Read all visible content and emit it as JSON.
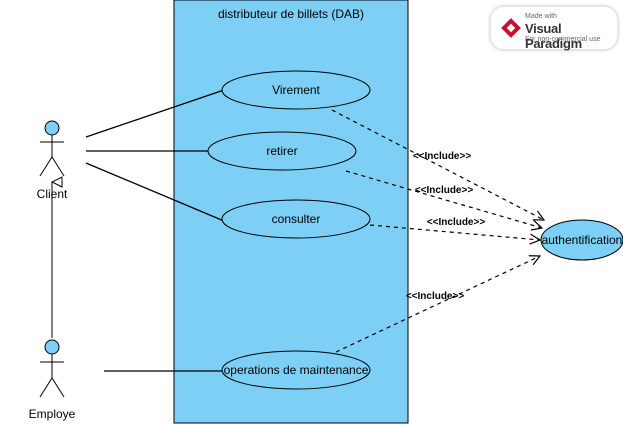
{
  "system": {
    "title": "distributeur de billets (DAB)"
  },
  "actors": {
    "client": "Client",
    "employe": "Employe"
  },
  "use_cases": {
    "virement": "Virement",
    "retirer": "retirer",
    "consulter": "consulter",
    "maintenance": "operations de maintenance",
    "authentification": "authentification"
  },
  "relations": {
    "include_1": "<<Include>>",
    "include_2": "<<Include>>",
    "include_3": "<<Include>>",
    "include_4": "<<Include>>"
  },
  "watermark": {
    "made_with": "Made with",
    "brand": "Visual Paradigm",
    "note": "For non-commercial use"
  },
  "colors": {
    "system_fill": "#7dcff6",
    "usecase_fill": "#7dcff6",
    "actor_head": "#7dcff6",
    "logo_red": "#c8102e"
  }
}
